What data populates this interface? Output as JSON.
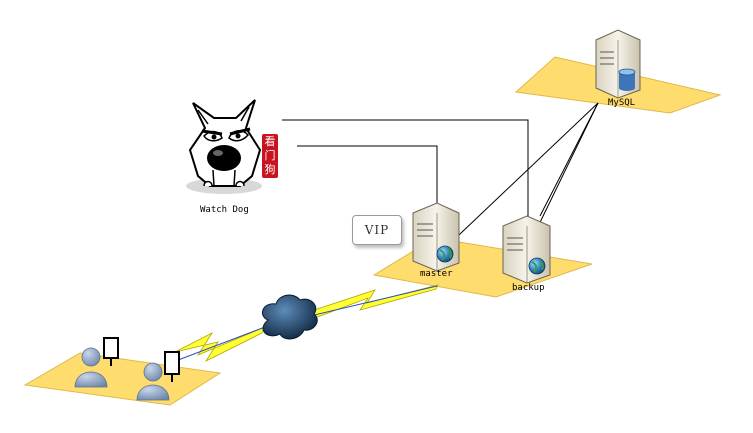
{
  "labels": {
    "watchdog": "Watch Dog",
    "mysql": "MySQL",
    "master": "master",
    "backup": "backup",
    "vip": "VIP"
  },
  "stamp_text": [
    "看",
    "门",
    "狗"
  ],
  "colors": {
    "platform": "#fedc6e",
    "server": "#ece7d8",
    "globe": "#3a9a4a",
    "cloud": "#1d3a5a",
    "lightning": "#ffff33",
    "user": "#8fa6c4"
  },
  "icons": {
    "dog": "watchdog-dog-icon",
    "server": "server-icon",
    "database": "database-icon",
    "globe": "globe-icon",
    "cloud": "network-cloud-icon",
    "lightning": "lightning-link-icon",
    "user": "user-icon",
    "monitor": "monitor-icon"
  }
}
